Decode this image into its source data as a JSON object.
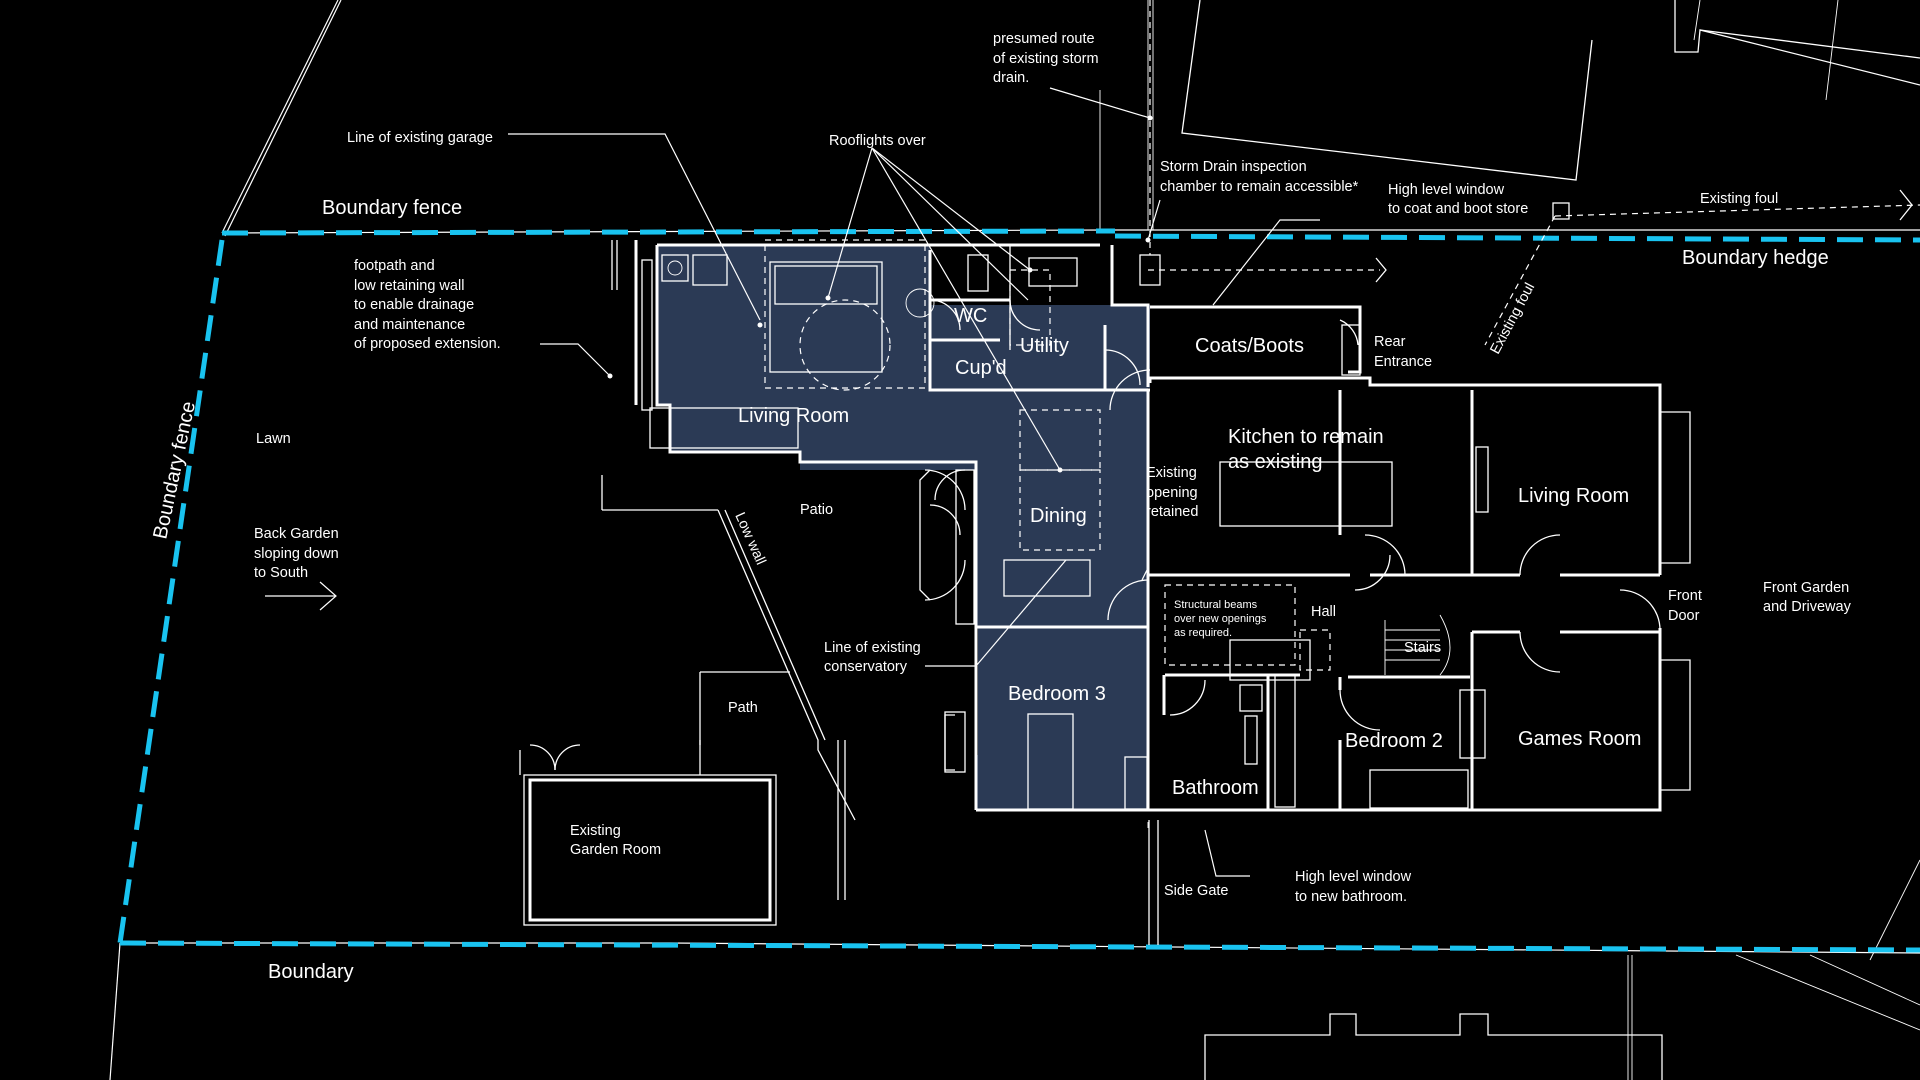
{
  "colors": {
    "background": "#000000",
    "linework": "#ffffff",
    "boundary": "#19c3f0",
    "extension_fill": "#2b3a55"
  },
  "labels": {
    "presumed_route_1": "presumed route",
    "presumed_route_2": "of existing storm",
    "presumed_route_3": "drain.",
    "rooflights": "Rooflights over",
    "line_garage": "Line of existing garage",
    "storm_drain_1": "Storm Drain inspection",
    "storm_drain_2": "chamber to remain accessible*",
    "high_window_1": "High level window",
    "high_window_2": "to coat and boot store",
    "existing_foul_top": "Existing foul",
    "existing_foul_diag": "Existing foul",
    "boundary_fence_top": "Boundary fence",
    "boundary_fence_left": "Boundary fence",
    "boundary_hedge": "Boundary hedge",
    "boundary_bottom": "Boundary",
    "footpath_1": "footpath and",
    "footpath_2": "low retaining wall",
    "footpath_3": "to enable drainage",
    "footpath_4": "and maintenance",
    "footpath_5": "of proposed extension.",
    "lawn": "Lawn",
    "back_garden_1": "Back Garden",
    "back_garden_2": "sloping down",
    "back_garden_3": "to South",
    "patio": "Patio",
    "low_wall": "Low wall",
    "path": "Path",
    "conservatory_1": "Line of existing",
    "conservatory_2": "conservatory",
    "garden_room_1": "Existing",
    "garden_room_2": "Garden Room",
    "existing_opening_1": "Existing",
    "existing_opening_2": "opening",
    "existing_opening_3": "retained",
    "structural_1": "Structural beams",
    "structural_2": "over new openings",
    "structural_3": "as required.",
    "hall": "Hall",
    "stairs": "Stairs",
    "rear_entrance_1": "Rear",
    "rear_entrance_2": "Entrance",
    "front_door_1": "Front",
    "front_door_2": "Door",
    "front_garden_1": "Front Garden",
    "front_garden_2": "and Driveway",
    "side_gate": "Side Gate",
    "high_window_bath_1": "High level window",
    "high_window_bath_2": "to new bathroom."
  },
  "rooms": {
    "wc": "WC",
    "utility": "Utility",
    "cupd": "Cup'd",
    "coats_boots": "Coats/Boots",
    "living_room_ext": "Living Room",
    "kitchen_1": "Kitchen to remain",
    "kitchen_2": "as existing",
    "living_room": "Living Room",
    "dining": "Dining",
    "bedroom3": "Bedroom 3",
    "bathroom": "Bathroom",
    "bedroom2": "Bedroom 2",
    "games_room": "Games Room"
  }
}
